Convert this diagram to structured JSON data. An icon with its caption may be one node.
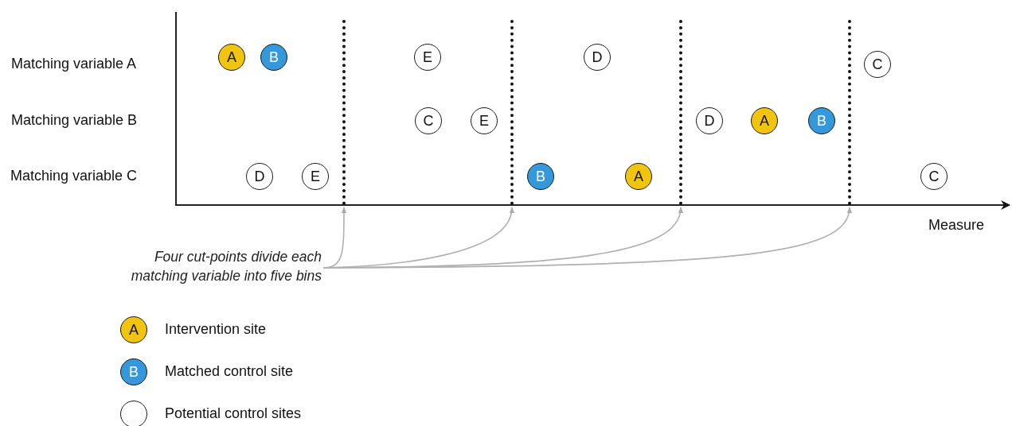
{
  "diagram": {
    "nodes": [
      {
        "text": [
          "A"
        ]
      },
      {
        "text": [
          "B"
        ]
      },
      {
        "text": [
          "E"
        ]
      },
      {
        "text": [
          "D"
        ]
      },
      {
        "text": [
          "C"
        ]
      },
      {
        "text": [
          "C"
        ]
      },
      {
        "text": [
          "E"
        ]
      },
      {
        "text": [
          "D"
        ]
      },
      {
        "text": [
          "A"
        ]
      },
      {
        "text": [
          "B"
        ]
      },
      {
        "text": [
          "D"
        ]
      },
      {
        "text": [
          "E"
        ]
      },
      {
        "text": [
          "B"
        ]
      },
      {
        "text": [
          "A"
        ]
      },
      {
        "text": [
          "C"
        ]
      },
      {
        "text": [],
        "shape": "bar"
      },
      {
        "text": [],
        "shape": "bar"
      },
      {
        "text": [],
        "shape": "bar"
      },
      {
        "text": [],
        "shape": "bar"
      },
      {
        "text": [
          "Four cut-points divide each matching variable into five bins"
        ]
      }
    ],
    "edges": [
      {
        "from": 19,
        "to": 15,
        "arrow": "to"
      },
      {
        "from": 19,
        "to": 16,
        "arrow": "to"
      },
      {
        "from": 19,
        "to": 17,
        "arrow": "to"
      },
      {
        "from": 19,
        "to": 18,
        "arrow": "to"
      }
    ],
    "labels": [
      "Matching variable A",
      "Matching variable B",
      "Matching variable C",
      "Measure",
      "A",
      "B"
    ],
    "legend": [
      {
        "text": "Intervention site",
        "color": "#f1c40f"
      },
      {
        "text": "Matched control site",
        "color": "#3498db"
      },
      {
        "text": "Potential control sites",
        "color": "#ffffff"
      }
    ]
  }
}
